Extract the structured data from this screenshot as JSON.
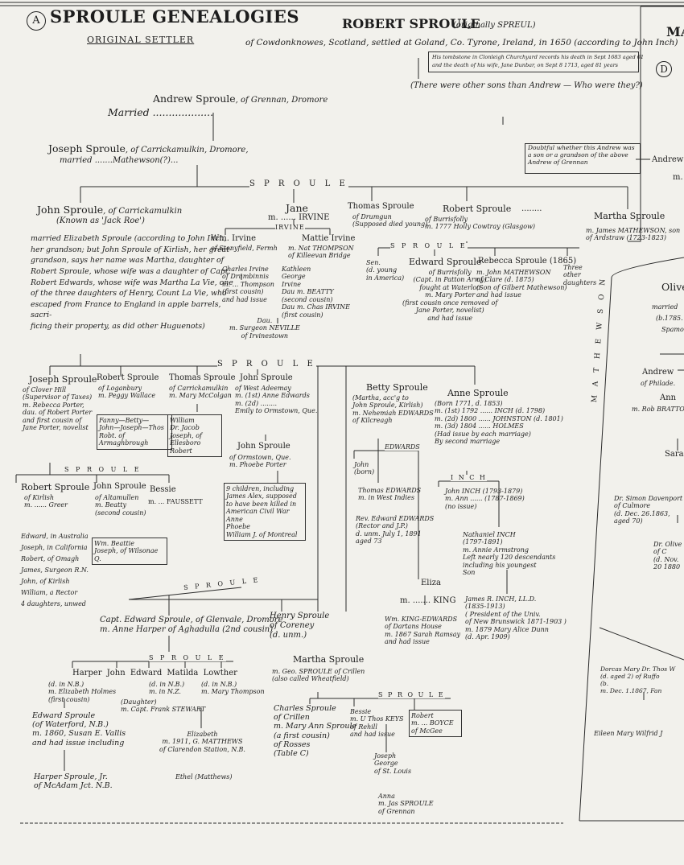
{
  "header": {
    "badge_left": "A",
    "title": "SPROULE GENEALOGIES",
    "subtitle": "ORIGINAL SETTLER",
    "badge_right": "D",
    "right_edge_label": "MA"
  },
  "root": {
    "name": "ROBERT SPROULE",
    "alias": "(originally SPREUL)",
    "detail": "of Cowdonknowes, Scotland, settled at Goland, Co. Tyrone, Ireland, in 1650 (according to John Inch)",
    "note_line1": "His tombstone in Clonleigh Churchyard records his death in Sept 1683 aged 61",
    "note_line2": "and the death of his wife, Jane Dunbar, on Sept 8 1713, aged 81 years",
    "other_sons": "(There were other sons than Andrew — Who were they?)"
  },
  "gen2": {
    "name": "Andrew Sproule",
    "place": ", of Grennan, Dromore",
    "married": "Married ..................."
  },
  "gen3": {
    "name": "Joseph Sproule",
    "place": ", of Carrickamulkin, Dromore,",
    "married": "married .......Mathewson(?)...",
    "doubt": "Doubtful whether this Andrew was a son or a grandson of the above Andrew of Grennan",
    "right_edge": "Andrew",
    "right_edge2": "m."
  },
  "sproule_banners": {
    "b1": "S   P   R   O   U   L   E",
    "b2": "S   P   R   O   U   L   E",
    "b3": "S P R O U L E",
    "b4": "S P R O U L E",
    "b5": "S P R O U L E",
    "b6": "S P R O U L E",
    "irvine": "IRVINE",
    "inch": "I N C H",
    "mathewson_vertical": "M A T H E W S O N",
    "edwards": "EDWARDS"
  },
  "john_cm": {
    "name": "John Sproule",
    "place": ", of Carrickamulkin",
    "known": "(Known as 'Jack Roe')",
    "text": "married Elizabeth Sproule (according to John Inch,\nher grandson; but John Sproule of Kirlish, her great-\ngrandson, says her name was Martha, daughter of\nRobert Sproule, whose wife was a daughter of Capt.\nRobert Edwards, whose wife was Martha La Vie, one\nof the three daughters of Henry, Count La Vie, who\nescaped from France to England in apple barrels, sacri-\nficing their property, as did other Huguenots)"
  },
  "jane": {
    "name": "Jane",
    "married": "m. ...... IRVINE"
  },
  "wm_irvine": {
    "name": "Wm. Irvine",
    "place": "of Stonyfield, Fermh"
  },
  "mattie": {
    "name": "Mattie Irvine",
    "text": "m. Nat THOMPSON\nof Killeevan Bridge"
  },
  "charles_irvine": {
    "text": "Charles Irvine\nof Drumbinnis\nm. ... Thompson\n(first cousin)\nand had issue"
  },
  "kathleen": {
    "text": "Kathleen\nGeorge\nIrvine\nDau m. BEATTY\n(second cousin)\nDau m. Chas IRVINE\n(first cousin)"
  },
  "dau_neville": {
    "text": "Dau.\nm. Surgeon NEVILLE\nof Irvinestown"
  },
  "thomas_s1": {
    "name": "Thomas Sproule",
    "text": "of Drumgun\n(Supposed died young)"
  },
  "robert_s1": {
    "name": "Robert Sproule",
    "text": "of Burrisfolly\nm. 1777 Holly Cowtray (Glasgow)",
    "dots": "........"
  },
  "sen": {
    "text": "Sen.\n(d. young\nin America)"
  },
  "edward_s": {
    "name": "Edward Sproule",
    "text": "of Burrisfolly\n(Capt. in Patton Army)\nfought at Waterloo\nm. Mary Porter\n(first cousin once removed of\nJane Porter, novelist)\nand had issue"
  },
  "rebecca": {
    "name": "Rebecca Sproule (1865)",
    "text": "m. John MATHEWSON\nof Clare (d. 1875)\n(Son of Gilbert Mathewson)\nand had issue"
  },
  "three_dau": {
    "text": "Three\nother\ndaughters"
  },
  "martha_s1": {
    "name": "Martha Sproule",
    "text": "m. James MATHEWSON, son\nof Ardstraw (1723-1823)"
  },
  "right_col": {
    "olive": "Olive",
    "married": "married",
    "b1785": "(b.1785.",
    "spamo": "Spamo",
    "andrew": "Andrew",
    "philade": "of Philade.",
    "ann": "Ann",
    "bratton": "m. Rob BRATTON",
    "sara": "Sara",
    "davenport": "Dr. Simon Davenport\nof Culmore\n(d. Dec. 26.1863, aged 70)",
    "olive2": "Dr. Olive\nof C\n(d. Nov. 20 1880",
    "dorcas": "Dorcas Mary  Dr. Thos W\n(d. aged 2)       of Ruffo\n                  (b.\n         m. Dec. 1.1867, Fan",
    "eileen": "Eileen Mary    Wilfrid J"
  },
  "joseph_ch": {
    "name": "Joseph Sproule",
    "text": "of Clover Hill\n(Supervisor of Taxes)\nm. Rebecca Porter,\ndau. of Robert Porter\nand first cousin of\nJane Porter, novelist"
  },
  "robert_log": {
    "name": "Robert Sproule",
    "text": "of Loganbury\nm. Peggy Wallace"
  },
  "fanny": {
    "text": "Fanny—Betty—\nJohn—Joseph—Thos\nRobt. of Armaghbrough"
  },
  "thomas_cm": {
    "name": "Thomas Sproule",
    "text": "of Carrickamulkin\nm. Mary McColgan"
  },
  "william_ch": {
    "text": "William\nDr. Jacob\nJoseph, of Ellesboro\nRobert"
  },
  "john_wa": {
    "name": "John Sproule",
    "text": "of West Adeemay\nm. (1st) Anne Edwards\nm. (2d) ........\nEmily to Ormstown, Que."
  },
  "john_orm": {
    "name": "John Sproule",
    "text": "of Ormstown, Que.\nm. Phoebe Porter"
  },
  "nine_children": {
    "text": "9 children, including\nJames Alex, supposed\nto have been killed in\nAmerican Civil War\nAnne\nPhoebe\nWilliam J. of Montreal"
  },
  "robert_kir": {
    "name": "Robert Sproule",
    "text": "of Kirlish\nm. ...... Greer"
  },
  "john_alt": {
    "name": "John Sproule",
    "text": "of Altamullen\nm. Beatty\n(second cousin)"
  },
  "bessie_f": {
    "name": "Bessie",
    "text": "m. ... FAUSSETT"
  },
  "wm_beattie": {
    "text": "Wm. Beattie\nJoseph, of Wilsonae Q."
  },
  "robert_kir_ch": {
    "text": "Edward, in Australia\nJoseph, in California\nRobert, of Omagh\nJames, Surgeon R.N.\nJohn, of Kirlish\nWilliam, a Rector\n4 daughters, unwed"
  },
  "betty": {
    "name": "Betty Sproule",
    "text": "(Martha, acc'g to\nJohn Sproule, Kirlish)\nm. Nehemiah EDWARDS\nof Kilcreagh"
  },
  "john_b": {
    "text": "John\n(born)"
  },
  "thomas_ed": {
    "text": "Thomas EDWARDS\nm. in West Indies"
  },
  "rev_edward": {
    "text": "Rev. Edward EDWARDS\n(Rector and J.P.)\nd. unm. July 1, 1891\naged 73"
  },
  "eliza": {
    "name": "Eliza",
    "text": "m. ....... KING"
  },
  "wm_king": {
    "text": "Wm. KING-EDWARDS\nof Dartans House\nm. 1867 Sarah Ramsay\nand had issue"
  },
  "anne_s": {
    "name": "Anne Sproule",
    "text": "(Born 1771, d. 1853)\nm. (1st) 1792 ...... INCH (d. 1798)\nm. (2d) 1800 ...... JOHNSTON (d. 1801)\nm. (3d) 1804 ...... HOLMES\n(Had issue by each marriage)\nBy second marriage"
  },
  "john_inch": {
    "text": "John INCH (1793-1879)\nm. Ann ...... (1787-1869)\n(no issue)"
  },
  "nathaniel": {
    "text": "Nathaniel INCH\n(1797-1891)\nm. Annie Armstrong\nLeft nearly 120 descendants\nincluding his youngest\nSon"
  },
  "james_inch": {
    "text": "James R. INCH, LL.D.\n(1835-1913)\n( President of the Univ.\nof New Brunswick 1871-1903 )\nm. 1879 Mary Alice Dunn\n(d. Apr. 1909)"
  },
  "capt_edward": {
    "text": "Capt. Edward Sproule, of Glenvale, Dromore\nm. Anne Harper of Aghadulla (2nd cousin)"
  },
  "henry": {
    "text": "Henry Sproule\nof Coreney\n(d. unm.)"
  },
  "martha2": {
    "name": "Martha Sproule",
    "text": "m. Geo. SPROULE of Crillen\n(also called Wheatfield)"
  },
  "harper_row": {
    "text": "Harper  John  Edward  Matilda  Lowther"
  },
  "harper_sub": {
    "text": "(d. in N.B.)\nm. Elizabeth Holmes\n(first cousin)"
  },
  "john_ed_sub": {
    "text": "(d. in N.B.)\nm. in N.Z."
  },
  "matilda_sub": {
    "text": "(Daughter)\nm. Capt. Frank STEWART"
  },
  "lowther_sub": {
    "text": "(d. in N.B.)\nm. Mary Thompson"
  },
  "edward_wat": {
    "text": "Edward Sproule\n(of Waterford, N.B.)\nm. 1860, Susan E. Vallis\nand had issue including"
  },
  "harper_jr": {
    "text": "Harper Sproule, Jr.\nof McAdam Jct. N.B."
  },
  "elizabeth": {
    "text": "Elizabeth\nm. 1911, G. MATTHEWS\nof Clarendon Station, N.B."
  },
  "ethel": {
    "text": "Ethel (Matthews)"
  },
  "charles_cr": {
    "text": "Charles Sproule\nof Crillen\nm. Mary Ann Sproule\n(a first cousin)\nof Rosses\n(Table C)"
  },
  "bessie_k": {
    "text": "Bessie\nm. U Thos KEYS\nof Rehill\nand had issue"
  },
  "robert_m": {
    "text": "Robert\nm. ... BOYCE\nof McGee"
  },
  "joseph_stl": {
    "text": "Joseph\nGeorge\nof St. Louis"
  },
  "anna": {
    "text": "Anna\nm. Jas SPROULE\nof Grennan"
  }
}
